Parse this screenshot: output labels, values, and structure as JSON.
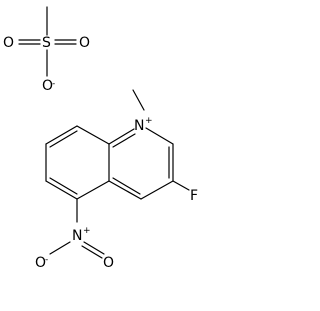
{
  "molecule": {
    "anion": {
      "oxygen_top_left": "O",
      "oxygen_right": "O",
      "oxygen_bottom": "O",
      "oxygen_bottom_charge": "-",
      "sulfur": "S"
    },
    "cation": {
      "ring_nitrogen": "N",
      "ring_nitrogen_charge": "+",
      "fluorine": "F",
      "nitro_nitrogen": "N",
      "nitro_nitrogen_charge": "+",
      "nitro_oxygen_left": "O",
      "nitro_oxygen_left_charge": "-",
      "nitro_oxygen_right": "O"
    }
  }
}
